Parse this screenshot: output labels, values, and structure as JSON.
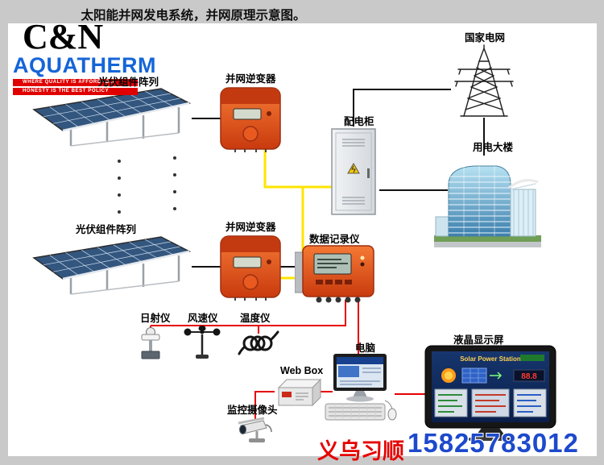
{
  "page": {
    "title": "太阳能并网发电系统，并网原理示意图。"
  },
  "logo": {
    "monogram": "C&N",
    "brand": "AQUATHERM",
    "tagline1": "WHERE QUALITY IS AFFORDABLE",
    "tagline2": "HONESTY IS THE BEST POLICY",
    "brand_color": "#1565d8",
    "stripe_color": "#e00000"
  },
  "labels": {
    "pv_array_top": "光伏组件阵列",
    "inverter_top": "并网逆变器",
    "distribution_cabinet": "配电柜",
    "state_grid": "国家电网",
    "power_building": "用电大楼",
    "pv_array_bottom": "光伏组件阵列",
    "inverter_bottom": "并网逆变器",
    "data_logger": "数据记录仪",
    "pyranometer": "日射仪",
    "anemometer": "风速仪",
    "thermometer": "温度仪",
    "computer": "电脑",
    "web_box": "Web Box",
    "lcd_display": "液晶显示屏",
    "camera": "监控摄像头"
  },
  "lcd_screen": {
    "title": "Solar Power Station",
    "reading": "88.8"
  },
  "footer": {
    "vendor": "义乌习顺",
    "phone": "15825783012",
    "vendor_color": "#e60000",
    "phone_color": "#1d49cc"
  },
  "line_colors": {
    "dc_power": "#111111",
    "ac_power": "#ffe400",
    "data_signal": "#e60000"
  }
}
